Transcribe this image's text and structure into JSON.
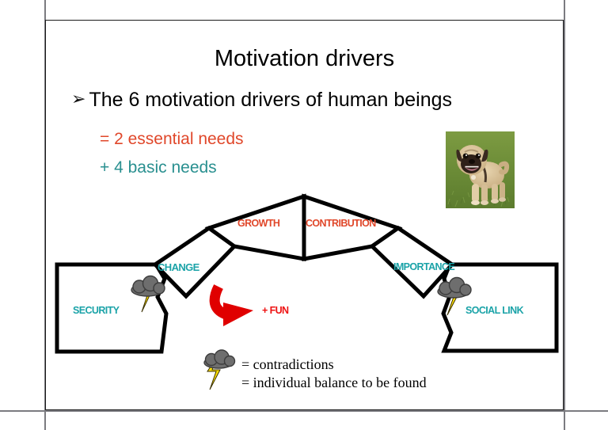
{
  "slide": {
    "title": "Motivation drivers",
    "bullet_marker": "➢",
    "bullet": "The 6 motivation drivers of human beings",
    "sub_essential": "= 2 essential needs",
    "sub_basic": "+ 4 basic needs"
  },
  "photo": {
    "alt": "pug-dog-photo"
  },
  "diagram": {
    "type": "arch",
    "pillars": [
      {
        "key": "security",
        "label": "SECURITY",
        "color": "#1ba3a8"
      },
      {
        "key": "social_link",
        "label": "SOCIAL LINK",
        "color": "#1ba3a8"
      }
    ],
    "stones": [
      {
        "key": "change",
        "label": "CHANGE",
        "color": "#1ba3a8"
      },
      {
        "key": "growth",
        "label": "GROWTH",
        "color": "#e0472a"
      },
      {
        "key": "contribution",
        "label": "CONTRIBUTION",
        "color": "#e0472a"
      },
      {
        "key": "importance",
        "label": "IMPORTANCE",
        "color": "#1ba3a8"
      }
    ],
    "annotation": {
      "fun_label": "+ FUN",
      "fun_color": "#ee1111",
      "arrow": "curved-red-arrow"
    },
    "storm_markers": 2,
    "colors": {
      "stroke": "#000000",
      "fill": "#ffffff",
      "cloud": "#6e6e6e",
      "cloud_dark": "#4f4f4f",
      "bolt": "#ffe000",
      "teal": "#1ba3a8",
      "orange": "#e0472a",
      "red": "#ee1111"
    }
  },
  "legend": {
    "line1": "= contradictions",
    "line2": "= individual balance to be found",
    "icon": "storm-cloud-lightning-icon"
  }
}
